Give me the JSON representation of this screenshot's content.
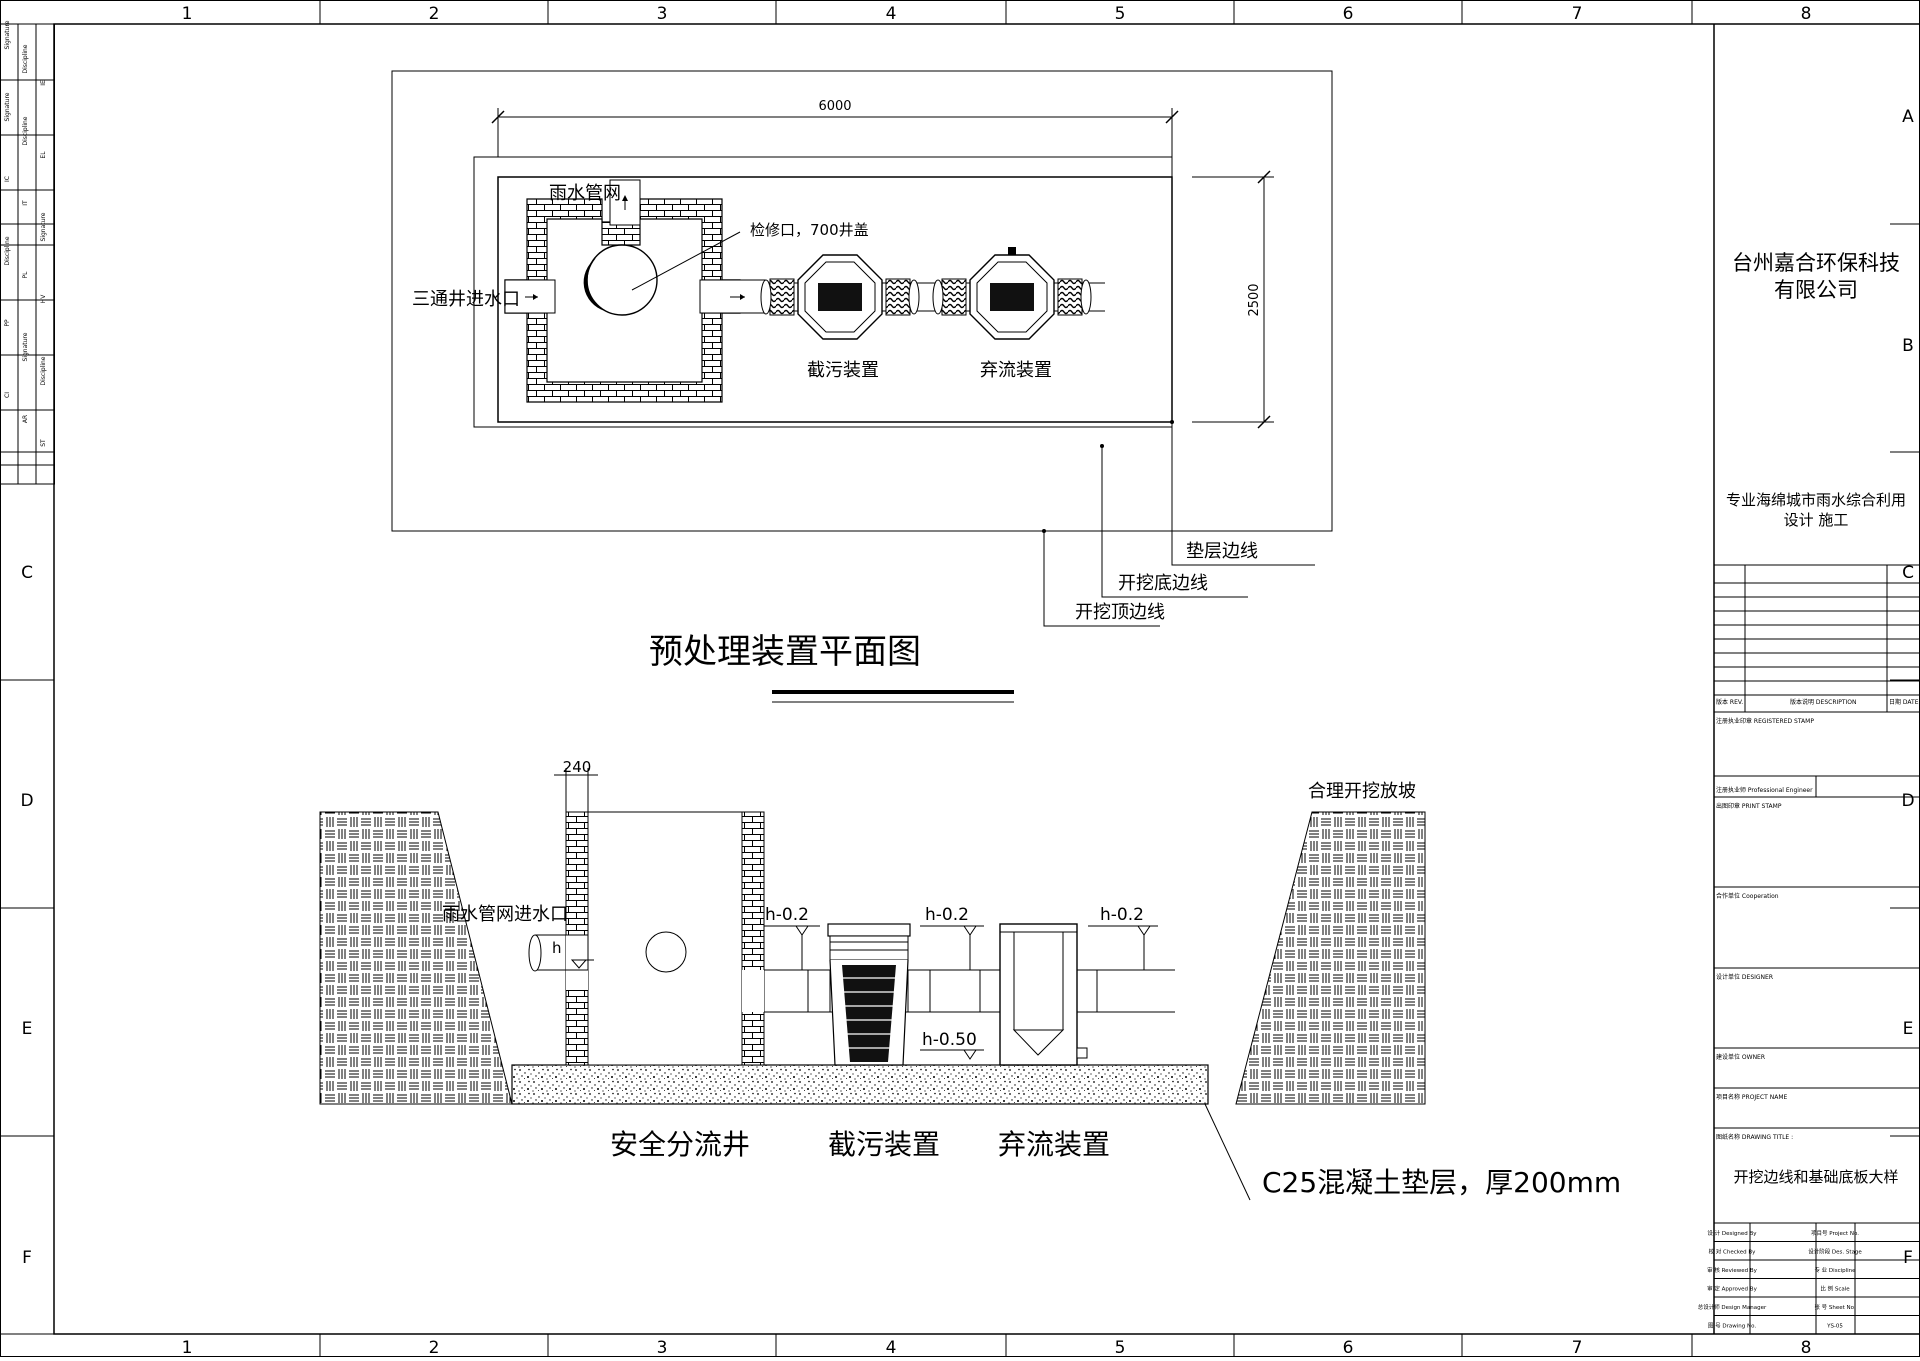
{
  "grid": {
    "columns": [
      "1",
      "2",
      "3",
      "4",
      "5",
      "6",
      "7",
      "8"
    ],
    "rows": [
      "A",
      "B",
      "C",
      "D",
      "E",
      "F"
    ]
  },
  "left_strip": {
    "items": [
      "Signature",
      "Discipline",
      "IE",
      "Signature",
      "Discipline",
      "EL",
      "IC",
      "IT",
      "Signature",
      "Discipline",
      "PL",
      "HV",
      "PP",
      "Signature",
      "Discipline",
      "CI",
      "AR",
      "ST"
    ]
  },
  "plan": {
    "dim_width": "6000",
    "dim_height": "2500",
    "label_rain_net": "雨水管网",
    "label_inlet": "三通井进水口",
    "label_manhole": "检修口，700井盖",
    "label_interceptor": "截污装置",
    "label_diverter": "弃流装置",
    "label_cushion_edge": "垫层边线",
    "label_bottom_edge": "开挖底边线",
    "label_top_edge": "开挖顶边线",
    "title": "预处理装置平面图"
  },
  "section": {
    "dim_wall": "240",
    "label_slope": "合理开挖放坡",
    "label_inlet": "雨水管网进水口",
    "label_h": "h",
    "level_1": "h-0.2",
    "level_2": "h-0.2",
    "level_3": "h-0.2",
    "level_4": "h-0.50",
    "label_well": "安全分流井",
    "label_interceptor": "截污装置",
    "label_diverter": "弃流装置",
    "label_concrete": "C25混凝土垫层，厚200mm"
  },
  "title_block": {
    "company_line1": "台州嘉合环保科技",
    "company_line2": "有限公司",
    "slogan_line1": "专业海绵城市雨水综合利用",
    "slogan_line2": "设计        施工",
    "rev_labels": [
      "版本 REV.",
      "版本说明 DESCRIPTION",
      "日期 DATE"
    ],
    "registered_stamp": "注册执业印章  REGISTERED STAMP",
    "professional_engineer": "注册执业师 Professional Engineer",
    "print_stamp": "出图印章  PRINT STAMP",
    "cooperation": "合作单位  Cooperation",
    "designer": "设计单位  DESIGNER",
    "owner": "建设单位  OWNER",
    "project_name": "项目名称  PROJECT NAME",
    "drawing_title_label": "图纸名称  DRAWING TITLE :",
    "drawing_title": "开挖边线和基础底板大样",
    "sign_rows": [
      {
        "left": "设 计 Designed By",
        "right": "项目号 Project No."
      },
      {
        "left": "校 对 Checked By",
        "right": "设计阶段 Des. Stage"
      },
      {
        "left": "审 核 Reviewed By",
        "right": "专 业 Discipline"
      },
      {
        "left": "审 定 Approved By",
        "right": "比 例 Scale"
      },
      {
        "left": "总设计师 Design Manager",
        "right": "张 号 Sheet No."
      },
      {
        "left": "图 号 Drawing No.",
        "right": "YS-05"
      }
    ]
  }
}
